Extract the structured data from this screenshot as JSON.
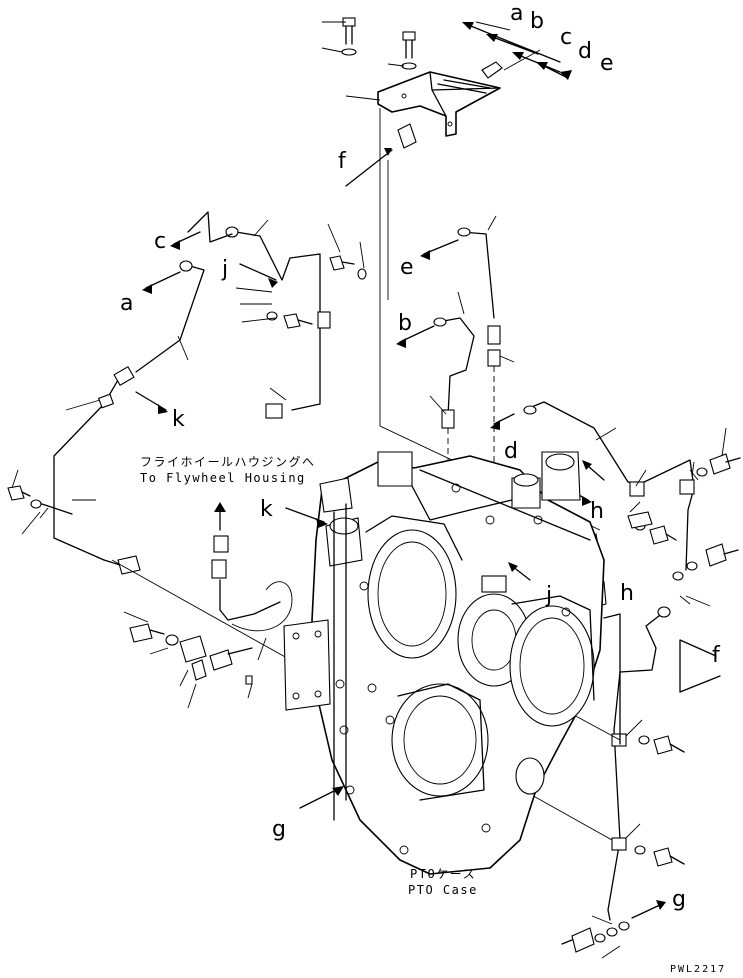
{
  "callouts": {
    "a_top": "a",
    "b_top": "b",
    "c_top": "c",
    "d_top": "d",
    "e_top": "e",
    "f_upper": "f",
    "c_left": "c",
    "j_left": "j",
    "a_left": "a",
    "k_left": "k",
    "e_mid": "e",
    "b_mid": "b",
    "d_mid": "d",
    "h_upper": "h",
    "h_lower": "h",
    "j_right": "j",
    "k_housing": "k",
    "f_right": "f",
    "g_housing": "g",
    "g_bottom": "g"
  },
  "captions": {
    "flywheel_jp": "フライホイールハウジングへ",
    "flywheel_en": "To Flywheel Housing",
    "pto_jp": "PTOケース",
    "pto_en": "PTO Case"
  },
  "drawing_code": "PWL2217"
}
